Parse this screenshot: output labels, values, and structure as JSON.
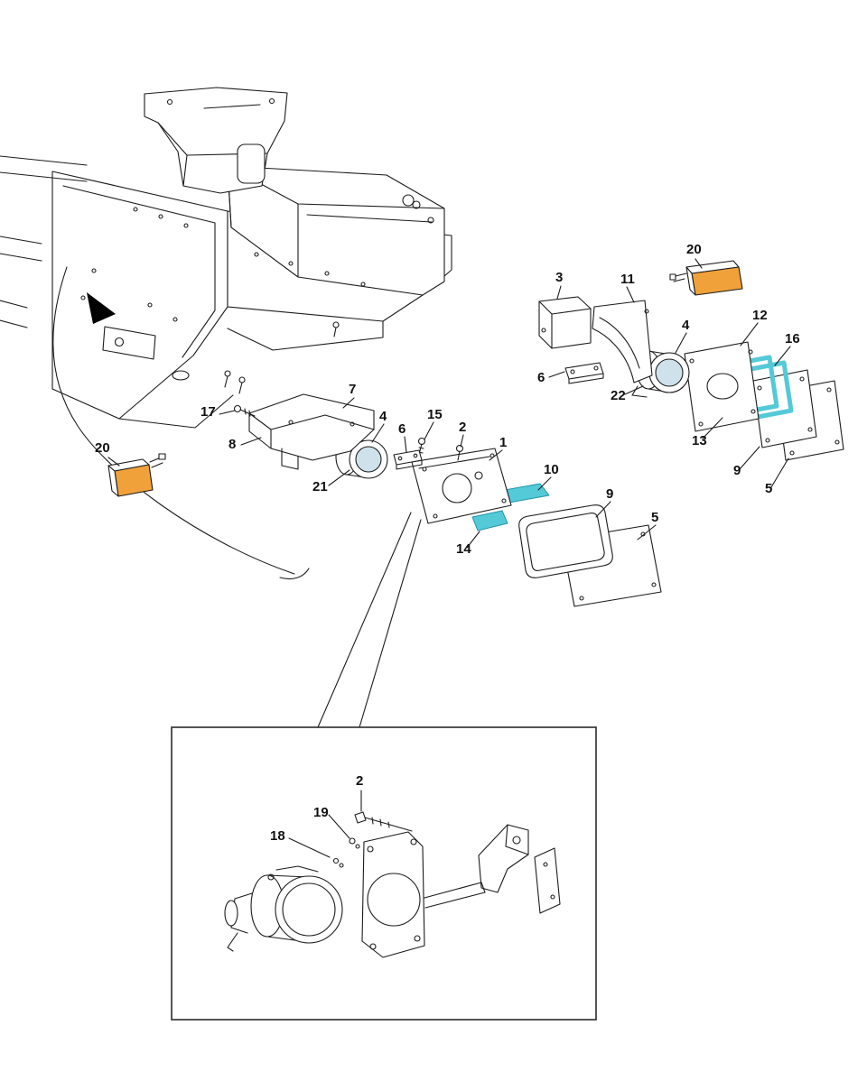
{
  "diagram": {
    "colors": {
      "line": "#1c1c1c",
      "highlight_orange": "#f0a13a",
      "highlight_teal": "#54c9d8",
      "lens_blue": "#cfe2ec",
      "background": "#ffffff"
    },
    "callouts": [
      {
        "ref": "20-left",
        "label": "20"
      },
      {
        "ref": "17",
        "label": "17"
      },
      {
        "ref": "7",
        "label": "7"
      },
      {
        "ref": "8",
        "label": "8"
      },
      {
        "ref": "4-center",
        "label": "4"
      },
      {
        "ref": "6-center",
        "label": "6"
      },
      {
        "ref": "15",
        "label": "15"
      },
      {
        "ref": "2-center",
        "label": "2"
      },
      {
        "ref": "1",
        "label": "1"
      },
      {
        "ref": "21",
        "label": "21"
      },
      {
        "ref": "10",
        "label": "10"
      },
      {
        "ref": "14",
        "label": "14"
      },
      {
        "ref": "9-center",
        "label": "9"
      },
      {
        "ref": "5-center",
        "label": "5"
      },
      {
        "ref": "3",
        "label": "3"
      },
      {
        "ref": "11",
        "label": "11"
      },
      {
        "ref": "6-right",
        "label": "6"
      },
      {
        "ref": "22",
        "label": "22"
      },
      {
        "ref": "4-right",
        "label": "4"
      },
      {
        "ref": "20-right",
        "label": "20"
      },
      {
        "ref": "12",
        "label": "12"
      },
      {
        "ref": "16",
        "label": "16"
      },
      {
        "ref": "13",
        "label": "13"
      },
      {
        "ref": "9-right",
        "label": "9"
      },
      {
        "ref": "5-right",
        "label": "5"
      },
      {
        "ref": "2-inset",
        "label": "2"
      },
      {
        "ref": "19",
        "label": "19"
      },
      {
        "ref": "18",
        "label": "18"
      }
    ]
  }
}
